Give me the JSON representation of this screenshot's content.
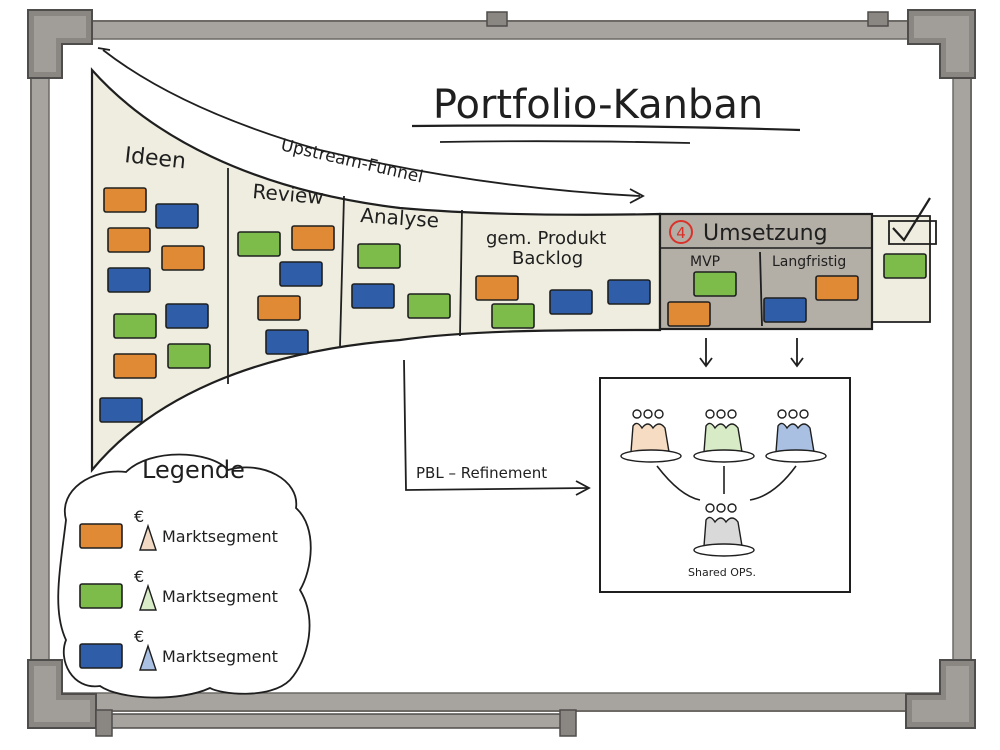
{
  "title": "Portfolio-Kanban",
  "funnel_label": "Upstream-Funnel",
  "columns": {
    "ideen": "Ideen",
    "review": "Review",
    "analyse": "Analyse",
    "backlog_line1": "gem. Produkt",
    "backlog_line2": "Backlog",
    "umsetzung_number": "4",
    "umsetzung": "Umsetzung",
    "mvp": "MVP",
    "langfristig": "Langfristig"
  },
  "refinement_label": "PBL – Refinement",
  "teams_caption": "Shared OPS.",
  "legend": {
    "title": "Legende",
    "currency_symbol": "€",
    "items": [
      {
        "label": "Marktsegment",
        "color": "#e08a35",
        "triangle": "#f2d9c4"
      },
      {
        "label": "Marktsegment",
        "color": "#7dbb4a",
        "triangle": "#d9ecc8"
      },
      {
        "label": "Marktsegment",
        "color": "#2f5da8",
        "triangle": "#aac1e4"
      }
    ]
  },
  "colors": {
    "orange": "#e08a35",
    "green": "#7dbb4a",
    "blue": "#2f5da8",
    "funnel": "#efeddf",
    "umsetzung_bg": "#b3aea6",
    "marker_red": "#d8322b",
    "frame": "#a5a29d"
  }
}
